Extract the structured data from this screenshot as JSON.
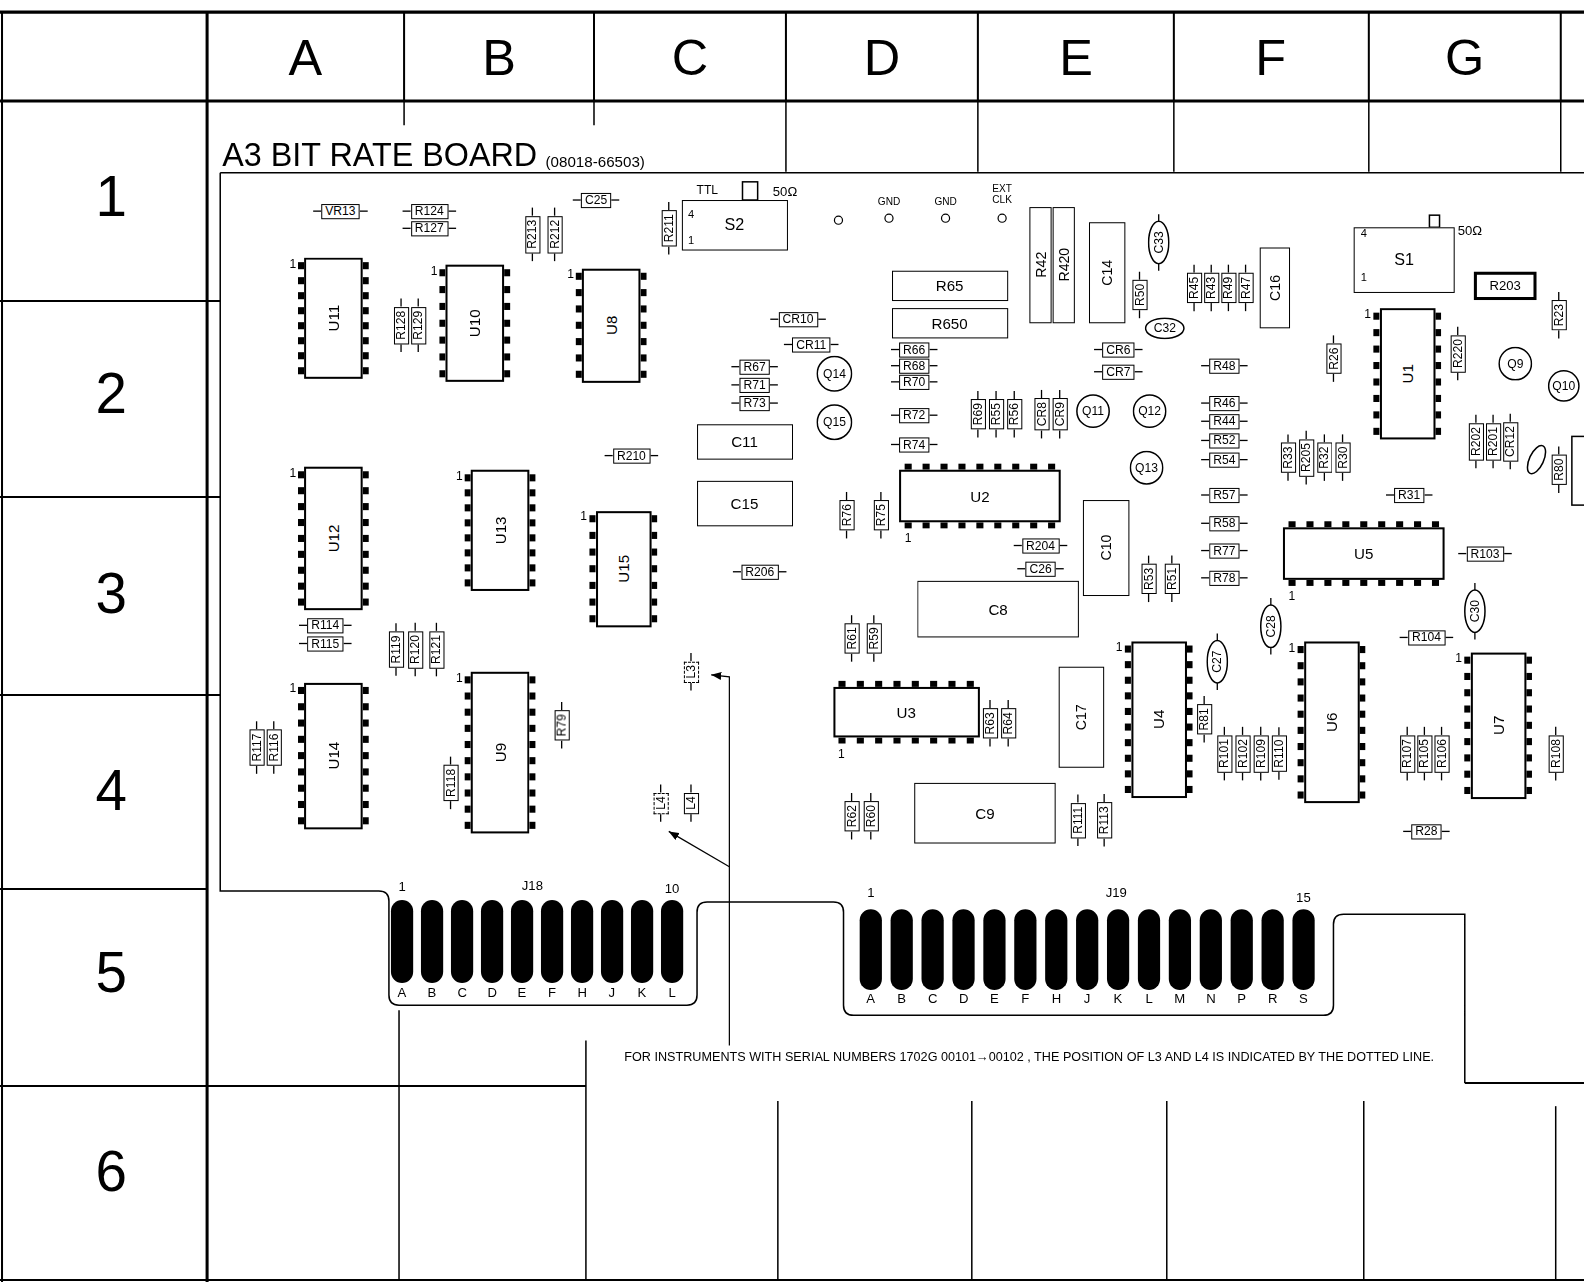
{
  "diagram": {
    "title": "A3 BIT RATE BOARD",
    "nodes": [
      {
        "text": [
          "VR13"
        ]
      },
      {
        "text": [
          "R124"
        ]
      },
      {
        "text": [
          "R127"
        ]
      },
      {
        "text": [
          "C25"
        ]
      },
      {
        "text": [
          "R213"
        ]
      },
      {
        "text": [
          "R212"
        ]
      },
      {
        "text": [
          "R211"
        ]
      },
      {
        "text": [
          "S2"
        ]
      },
      {
        "text": [
          "R128"
        ]
      },
      {
        "text": [
          "R129"
        ]
      },
      {
        "text": [
          "U11"
        ]
      },
      {
        "text": [
          "U10"
        ]
      },
      {
        "text": [
          "U8"
        ]
      },
      {
        "text": [
          "R65"
        ]
      },
      {
        "text": [
          "R650"
        ]
      },
      {
        "text": [
          "R42"
        ]
      },
      {
        "text": [
          "R420"
        ]
      },
      {
        "text": [
          "C14"
        ]
      },
      {
        "text": [
          "C33"
        ]
      },
      {
        "text": [
          "R50"
        ]
      },
      {
        "text": [
          "R45"
        ]
      },
      {
        "text": [
          "R43"
        ]
      },
      {
        "text": [
          "R49"
        ]
      },
      {
        "text": [
          "R47"
        ]
      },
      {
        "text": [
          "C16"
        ]
      },
      {
        "text": [
          "S1"
        ]
      },
      {
        "text": [
          "R203"
        ]
      },
      {
        "text": [
          "R23"
        ]
      },
      {
        "text": [
          "CR10"
        ]
      },
      {
        "text": [
          "CR11"
        ]
      },
      {
        "text": [
          "R66"
        ]
      },
      {
        "text": [
          "R68"
        ]
      },
      {
        "text": [
          "R70"
        ]
      },
      {
        "text": [
          "C32"
        ]
      },
      {
        "text": [
          "CR6"
        ]
      },
      {
        "text": [
          "CR7"
        ]
      },
      {
        "text": [
          "R48"
        ]
      },
      {
        "text": [
          "R26"
        ]
      },
      {
        "text": [
          "U1"
        ]
      },
      {
        "text": [
          "R220"
        ]
      },
      {
        "text": [
          "Q9"
        ]
      },
      {
        "text": [
          "Q10"
        ]
      },
      {
        "text": [
          "R67"
        ]
      },
      {
        "text": [
          "R71"
        ]
      },
      {
        "text": [
          "R73"
        ]
      },
      {
        "text": [
          "Q14"
        ]
      },
      {
        "text": [
          "Q15"
        ]
      },
      {
        "text": [
          "R72"
        ]
      },
      {
        "text": [
          "R74"
        ]
      },
      {
        "text": [
          "R69"
        ]
      },
      {
        "text": [
          "R55"
        ]
      },
      {
        "text": [
          "R56"
        ]
      },
      {
        "text": [
          "CR8"
        ]
      },
      {
        "text": [
          "CR9"
        ]
      },
      {
        "text": [
          "Q11"
        ]
      },
      {
        "text": [
          "Q12"
        ]
      },
      {
        "text": [
          "R46"
        ]
      },
      {
        "text": [
          "R44"
        ]
      },
      {
        "text": [
          "R52"
        ]
      },
      {
        "text": [
          "R54"
        ]
      },
      {
        "text": [
          "R33"
        ]
      },
      {
        "text": [
          "R205"
        ]
      },
      {
        "text": [
          "R32"
        ]
      },
      {
        "text": [
          "R30"
        ]
      },
      {
        "text": [
          "R202"
        ]
      },
      {
        "text": [
          "R201"
        ]
      },
      {
        "text": [
          "CR12"
        ]
      },
      {
        "text": [
          "R80"
        ]
      },
      {
        "text": [
          "R210"
        ]
      },
      {
        "text": [
          "C11"
        ]
      },
      {
        "text": [
          "Q13"
        ]
      },
      {
        "text": [
          "R31"
        ]
      },
      {
        "text": [
          "R57"
        ]
      },
      {
        "text": [
          "R58"
        ]
      },
      {
        "text": [
          "R77"
        ]
      },
      {
        "text": [
          "R78"
        ]
      },
      {
        "text": [
          "C15"
        ]
      },
      {
        "text": [
          "U12"
        ]
      },
      {
        "text": [
          "U13"
        ]
      },
      {
        "text": [
          "U15"
        ]
      },
      {
        "text": [
          "R76"
        ]
      },
      {
        "text": [
          "R75"
        ]
      },
      {
        "text": [
          "U2"
        ]
      },
      {
        "text": [
          "C10"
        ]
      },
      {
        "text": [
          "R204"
        ]
      },
      {
        "text": [
          "C26"
        ]
      },
      {
        "text": [
          "R53"
        ]
      },
      {
        "text": [
          "R51"
        ]
      },
      {
        "text": [
          "U5"
        ]
      },
      {
        "text": [
          "R103"
        ]
      },
      {
        "text": [
          "R206"
        ]
      },
      {
        "text": [
          "C8"
        ]
      },
      {
        "text": [
          "R61"
        ]
      },
      {
        "text": [
          "R59"
        ]
      },
      {
        "text": [
          "C28"
        ]
      },
      {
        "text": [
          "C30"
        ]
      },
      {
        "text": [
          "R104"
        ]
      },
      {
        "text": [
          "R114"
        ]
      },
      {
        "text": [
          "R115"
        ]
      },
      {
        "text": [
          "R119"
        ]
      },
      {
        "text": [
          "R120"
        ]
      },
      {
        "text": [
          "R121"
        ]
      },
      {
        "text": [
          "L3"
        ]
      },
      {
        "text": [
          "C27"
        ]
      },
      {
        "text": [
          "U3"
        ]
      },
      {
        "text": [
          "R63"
        ]
      },
      {
        "text": [
          "R64"
        ]
      },
      {
        "text": [
          "C17"
        ]
      },
      {
        "text": [
          "U4"
        ]
      },
      {
        "text": [
          "R81"
        ]
      },
      {
        "text": [
          "R101"
        ]
      },
      {
        "text": [
          "R102"
        ]
      },
      {
        "text": [
          "R109"
        ]
      },
      {
        "text": [
          "R110"
        ]
      },
      {
        "text": [
          "U6"
        ]
      },
      {
        "text": [
          "U7"
        ]
      },
      {
        "text": [
          "R107"
        ]
      },
      {
        "text": [
          "R105"
        ]
      },
      {
        "text": [
          "R106"
        ]
      },
      {
        "text": [
          "R108"
        ]
      },
      {
        "text": [
          "R117"
        ]
      },
      {
        "text": [
          "R116"
        ]
      },
      {
        "text": [
          "U14"
        ]
      },
      {
        "text": [
          "U9"
        ]
      },
      {
        "text": [
          "R118"
        ]
      },
      {
        "text": [
          "R79"
        ]
      },
      {
        "text": [
          "L4"
        ]
      },
      {
        "text": [
          "L4"
        ]
      },
      {
        "text": [
          "R62"
        ]
      },
      {
        "text": [
          "R60"
        ]
      },
      {
        "text": [
          "C9"
        ]
      },
      {
        "text": [
          "R111"
        ]
      },
      {
        "text": [
          "R113"
        ]
      },
      {
        "text": [
          "R28"
        ]
      }
    ],
    "labels": [
      "(08018-66503)",
      "A",
      "B",
      "C",
      "D",
      "E",
      "F",
      "G",
      "1",
      "2",
      "3",
      "4",
      "5",
      "6",
      "TTL",
      "50Ω",
      "GND",
      "GND",
      "EXT CLK",
      "50Ω",
      "4",
      "1",
      "4",
      "1",
      "1",
      "1",
      "1",
      "1",
      "1",
      "1",
      "1",
      "1",
      "1",
      "1",
      "1",
      "1",
      "1",
      "1",
      "1",
      "1",
      "J18",
      "10",
      "A",
      "B",
      "C",
      "D",
      "E",
      "F",
      "H",
      "J",
      "K",
      "L",
      "1",
      "J19",
      "15",
      "A",
      "B",
      "C",
      "D",
      "E",
      "F",
      "H",
      "J",
      "K",
      "L",
      "M",
      "N",
      "P",
      "R",
      "S",
      "FOR INSTRUMENTS WITH SERIAL NUMBERS 1702G 00101→00102 , THE POSITION OF L3 AND L4 IS INDICATED BY THE DOTTED LINE."
    ]
  }
}
